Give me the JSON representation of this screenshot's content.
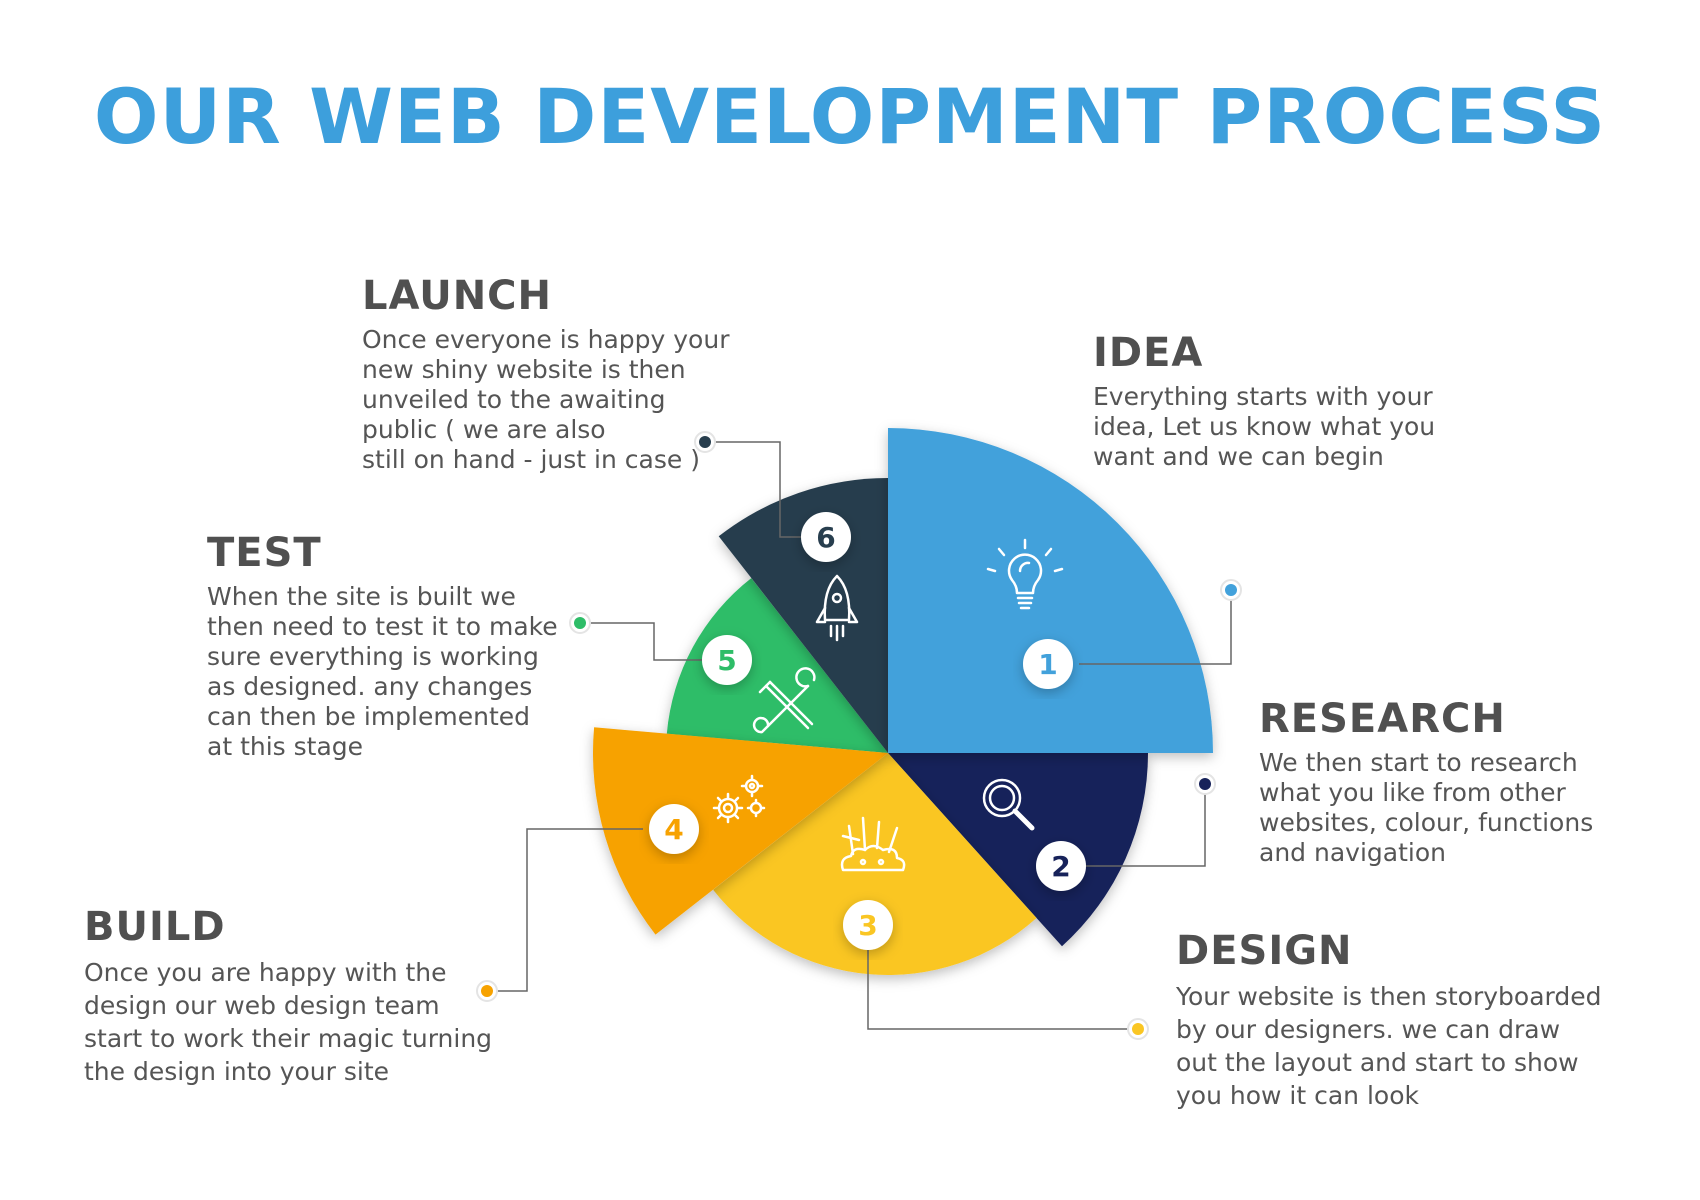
{
  "title": "OUR WEB DEVELOPMENT PROCESS",
  "colors": {
    "title": "#3d9fdc",
    "idea": "#42a1db",
    "research": "#17225a",
    "design": "#fac623",
    "build": "#f7a200",
    "test": "#2ebd68",
    "launch": "#283e4e"
  },
  "steps": [
    {
      "number": "1",
      "heading": "IDEA",
      "body": "Everything starts with your\nidea, Let us know what you\nwant and we can begin",
      "icon": "lightbulb-icon"
    },
    {
      "number": "2",
      "heading": "RESEARCH",
      "body": "We then start to research\nwhat you like from other\nwebsites, colour, functions\nand navigation",
      "icon": "magnifier-icon"
    },
    {
      "number": "3",
      "heading": "DESIGN",
      "body": "Your website is then storyboarded\nby our designers. we can draw\nout the layout and start to show\nyou how it can look",
      "icon": "art-supplies-icon"
    },
    {
      "number": "4",
      "heading": "BUILD",
      "body": "Once you are happy with the\ndesign our web design team\nstart to work their magic turning\nthe design into your site",
      "icon": "gears-icon"
    },
    {
      "number": "5",
      "heading": "TEST",
      "body": "When the site is built we\nthen need to test it to make\nsure everything is working\nas designed. any changes\ncan then be implemented\nat this stage",
      "icon": "tools-icon"
    },
    {
      "number": "6",
      "heading": "LAUNCH",
      "body": "Once everyone is happy your\nnew shiny website is then\nunveiled to the awaiting\npublic ( we are also\nstill on hand - just in case )",
      "icon": "rocket-icon"
    }
  ]
}
